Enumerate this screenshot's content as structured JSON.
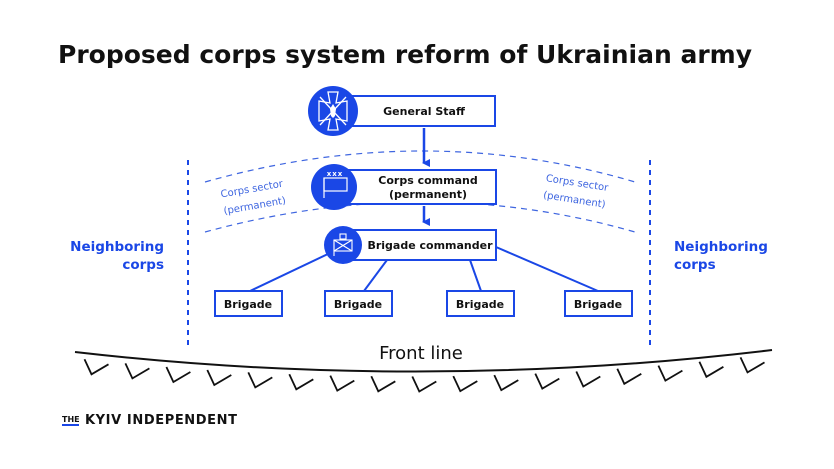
{
  "title": "Proposed corps system reform of Ukrainian army",
  "colors": {
    "accent": "#1a47e6",
    "sector_text": "#3f66e0",
    "text": "#111111",
    "background": "#ffffff"
  },
  "nodes": {
    "general_staff": {
      "label": "General Staff",
      "icon": "general-staff-emblem-icon"
    },
    "corps_command": {
      "label_line1": "Corps command",
      "label_line2": "(permanent)",
      "icon": "corps-flag-icon",
      "icon_mark": "xxx"
    },
    "brigade_commander": {
      "label": "Brigade commander",
      "icon": "brigade-flag-icon",
      "icon_mark": "x"
    },
    "brigades": [
      {
        "label": "Brigade"
      },
      {
        "label": "Brigade"
      },
      {
        "label": "Brigade"
      },
      {
        "label": "Brigade"
      }
    ]
  },
  "sector_labels": {
    "left": {
      "line1": "Corps sector",
      "line2": "(permanent)"
    },
    "right": {
      "line1": "Corps sector",
      "line2": "(permanent)"
    }
  },
  "neighbors": {
    "left": {
      "line1": "Neighboring",
      "line2": "corps"
    },
    "right": {
      "line1": "Neighboring",
      "line2": "corps"
    }
  },
  "front_line": {
    "label": "Front line",
    "tooth_count": 17
  },
  "brand": {
    "the": "THE",
    "name": "KYIV INDEPENDENT"
  },
  "edges": [
    {
      "from": "general_staff",
      "to": "corps_command",
      "type": "arrow"
    },
    {
      "from": "corps_command",
      "to": "brigade_commander",
      "type": "arrow"
    },
    {
      "from": "brigade_commander",
      "to": "brigade_1",
      "type": "line"
    },
    {
      "from": "brigade_commander",
      "to": "brigade_2",
      "type": "line"
    },
    {
      "from": "brigade_commander",
      "to": "brigade_3",
      "type": "line"
    },
    {
      "from": "brigade_commander",
      "to": "brigade_4",
      "type": "line"
    }
  ]
}
